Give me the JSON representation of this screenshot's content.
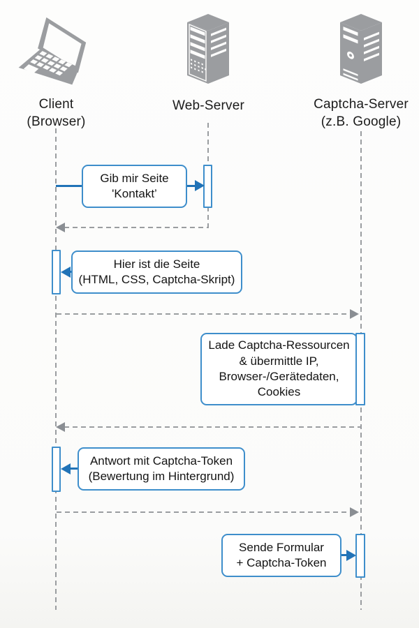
{
  "diagram_type": "sequence-diagram",
  "actors": [
    {
      "id": "client",
      "label": "Client\n(Browser)",
      "icon": "laptop-icon"
    },
    {
      "id": "web-server",
      "label": "Web-Server",
      "icon": "server-rack-icon"
    },
    {
      "id": "captcha-server",
      "label": "Captcha-Server\n(z.B. Google)",
      "icon": "tower-server-icon"
    }
  ],
  "messages": [
    {
      "text": "Gib mir Seite\n'Kontakt’",
      "from": "client",
      "to": "web-server",
      "line": "solid"
    },
    {
      "text": "",
      "from": "web-server",
      "to": "client",
      "line": "dashed"
    },
    {
      "text": "Hier ist die Seite\n(HTML, CSS, Captcha-Skript)",
      "from": "web-server",
      "to": "client",
      "line": "solid"
    },
    {
      "text": "",
      "from": "client",
      "to": "captcha-server",
      "line": "dashed"
    },
    {
      "text": "Lade Captcha-Ressourcen\n& übermittle IP,\nBrowser-/Gerätedaten,\nCookies",
      "from": "client",
      "to": "captcha-server",
      "line": "solid"
    },
    {
      "text": "",
      "from": "captcha-server",
      "to": "client",
      "line": "dashed"
    },
    {
      "text": "Antwort mit Captcha-Token\n(Bewertung im Hintergrund)",
      "from": "captcha-server",
      "to": "client",
      "line": "solid"
    },
    {
      "text": "",
      "from": "client",
      "to": "captcha-server",
      "line": "dashed"
    },
    {
      "text": "Sende Formular\n+ Captcha-Token",
      "from": "client",
      "to": "captcha-server",
      "line": "solid"
    }
  ],
  "colors": {
    "accent_blue_border": "#3e8ecb",
    "arrow_blue": "#2173b7",
    "icon_gray": "#9b9da0",
    "dashed_line_gray": "#9a9da0",
    "dashed_arrowhead_gray": "#8a8e93",
    "text": "#141414",
    "background": "#fcfcfb"
  }
}
